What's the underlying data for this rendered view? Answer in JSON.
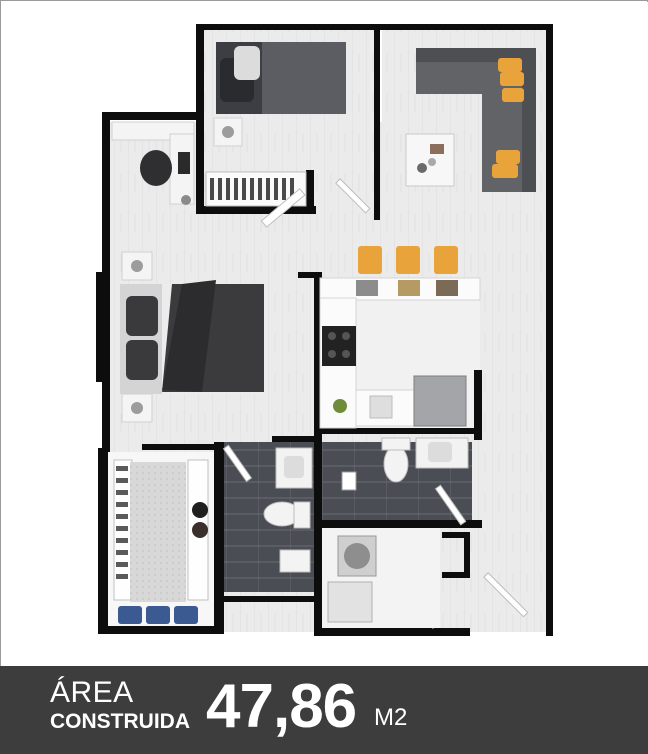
{
  "caption": {
    "area_label": "ÁREA",
    "construida_label": "CONSTRUIDA",
    "area_value": "47,86",
    "area_unit": "M2"
  },
  "colors": {
    "wall": "#0d0d0d",
    "floor": "#e9e9ea",
    "caption_bg": "#3d3d3d",
    "accent_chairs": "#e8a33a",
    "bath_tile": "#4b4d55"
  }
}
